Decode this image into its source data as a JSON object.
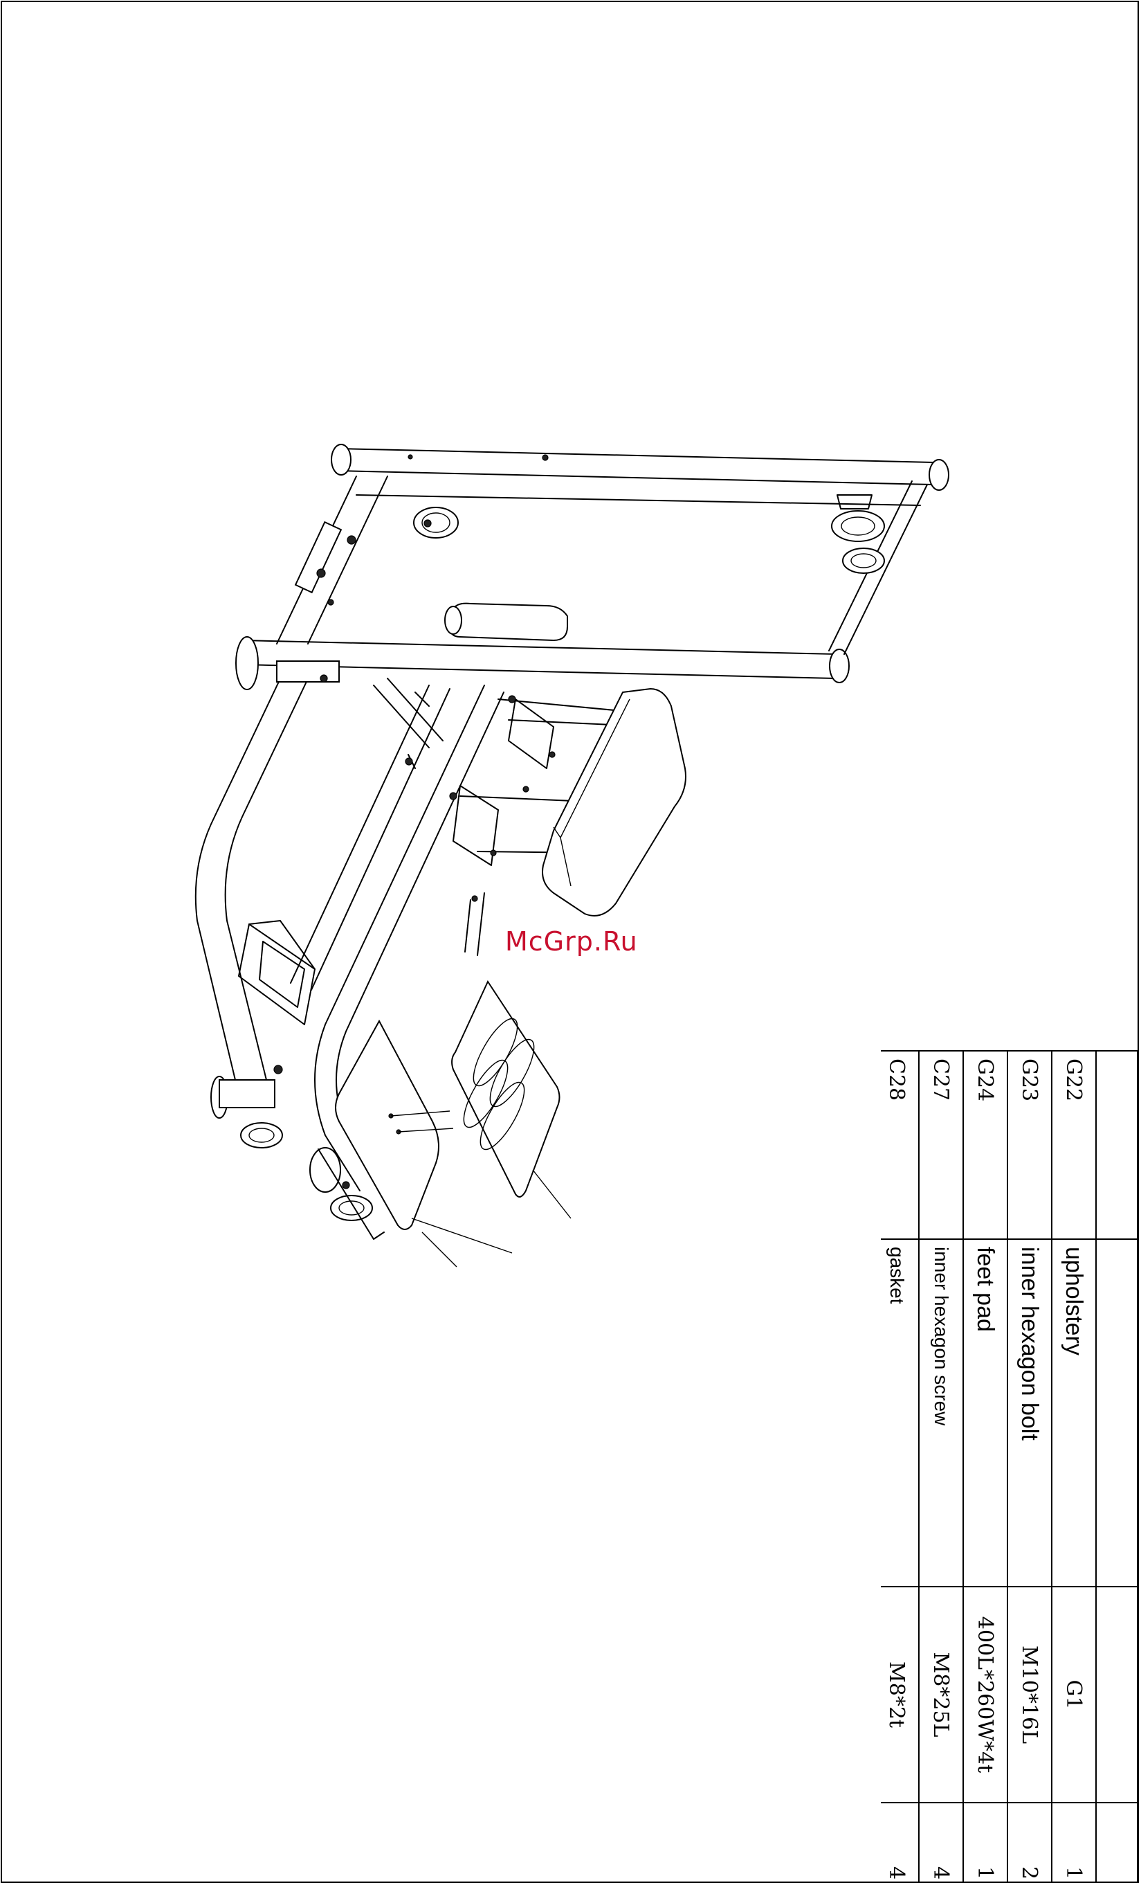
{
  "watermark": "McGrp.Ru",
  "watermark_color": "#c8102e",
  "parts_table": {
    "rows": [
      {
        "code": "G22",
        "name": "upholstery",
        "spec": "G1",
        "qty": "1"
      },
      {
        "code": "G23",
        "name": "inner hexagon bolt",
        "spec": "M10*16L",
        "qty": "2"
      },
      {
        "code": "G24",
        "name": "feet pad",
        "spec": "400L*260W*4t",
        "qty": "1"
      },
      {
        "code": "C27",
        "name": "inner hexagon screw",
        "spec": "M8*25L",
        "qty": "4"
      },
      {
        "code": "C28",
        "name": "gasket",
        "spec": "M8*2t",
        "qty": "4"
      }
    ]
  }
}
